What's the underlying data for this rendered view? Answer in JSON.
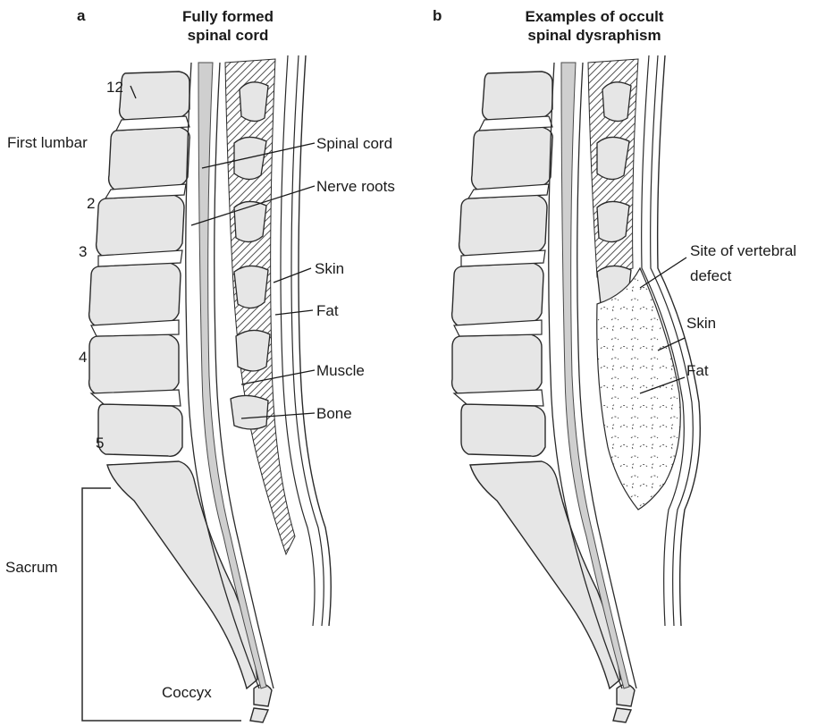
{
  "panel_a": {
    "letter": "a",
    "title_line1": "Fully formed",
    "title_line2": "spinal cord",
    "labels": {
      "t12": "12",
      "first_lumbar": "First lumbar",
      "l2": "2",
      "l3": "3",
      "l4": "4",
      "l5": "5",
      "sacrum": "Sacrum",
      "coccyx": "Coccyx",
      "spinal_cord": "Spinal cord",
      "nerve_roots": "Nerve roots",
      "skin": "Skin",
      "fat": "Fat",
      "muscle": "Muscle",
      "bone": "Bone"
    }
  },
  "panel_b": {
    "letter": "b",
    "title_line1": "Examples of occult",
    "title_line2": "spinal dysraphism",
    "labels": {
      "site_line1": "Site of vertebral",
      "site_line2": "defect",
      "skin": "Skin",
      "fat": "Fat"
    }
  },
  "colors": {
    "bone_fill": "#e6e6e6",
    "outline": "#2a2a2a",
    "cord_fill": "#cfcfcf"
  }
}
